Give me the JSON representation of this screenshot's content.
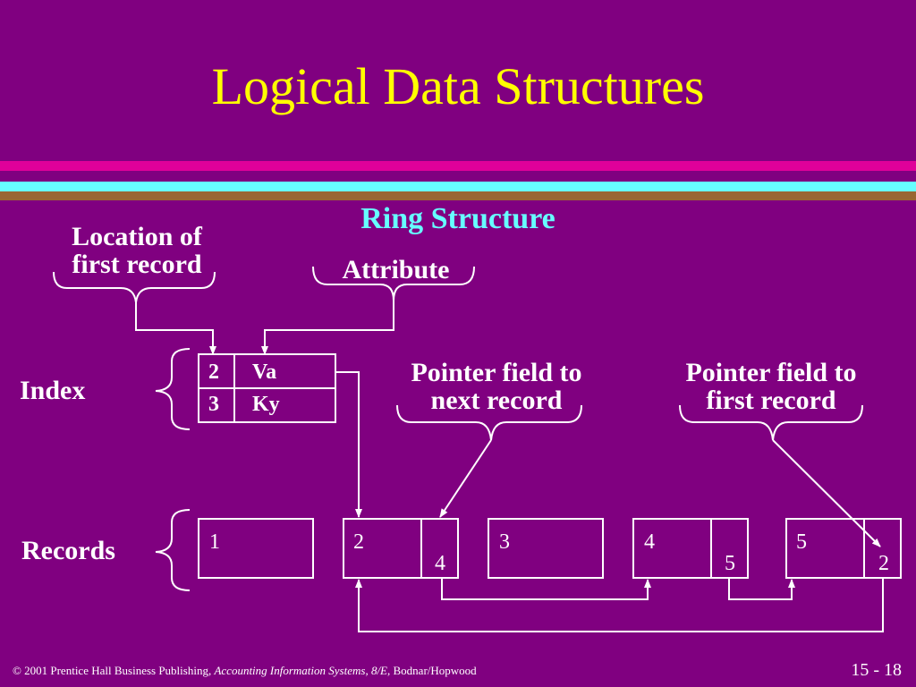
{
  "slide": {
    "title": "Logical Data Structures",
    "subtitle": "Ring Structure",
    "colors": {
      "background": "#800080",
      "title": "#ffff00",
      "subtitle": "#66ffff",
      "stripe_magenta": "#e0009a",
      "stripe_cyan": "#66ffff",
      "stripe_brown": "#996633",
      "lines": "#ffffff"
    }
  },
  "labels": {
    "location_line1": "Location of",
    "location_line2": "first record",
    "attribute": "Attribute",
    "pointer_next_line1": "Pointer field to",
    "pointer_next_line2": "next record",
    "pointer_first_line1": "Pointer field to",
    "pointer_first_line2": "first record",
    "index": "Index",
    "records": "Records"
  },
  "index_table": [
    {
      "location": "2",
      "attribute": "Va"
    },
    {
      "location": "3",
      "attribute": "Ky"
    }
  ],
  "records": [
    {
      "key": "1",
      "pointer": ""
    },
    {
      "key": "2",
      "pointer": "4"
    },
    {
      "key": "3",
      "pointer": ""
    },
    {
      "key": "4",
      "pointer": "5"
    },
    {
      "key": "5",
      "pointer": "2"
    }
  ],
  "footer": {
    "copyright": "© 2001 Prentice Hall Business Publishing, ",
    "book": "Accounting Information Systems, 8/E",
    "authors": ", Bodnar/Hopwood",
    "page": "15 - 18"
  }
}
